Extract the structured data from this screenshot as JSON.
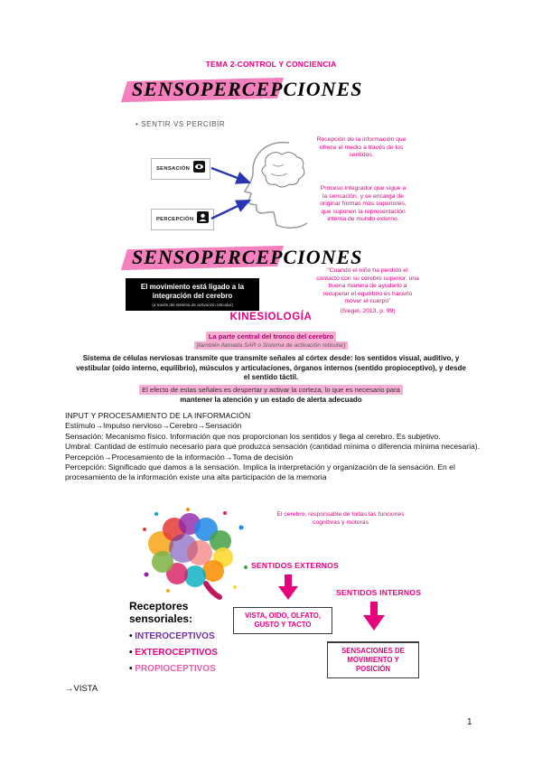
{
  "page": {
    "header": "TEMA 2-CONTROL Y CONCIENCIA",
    "page_number": "1",
    "colors": {
      "magenta": "#e6007e",
      "highlight_pink": "#f480bd",
      "text_highlight": "#f6b0d4",
      "arrow_blue": "#2a36b1",
      "receptor_colors": [
        "#7030a0",
        "#e6007e",
        "#e560a8"
      ]
    },
    "icons": {
      "sensacion_icon": "eye-icon",
      "percepcion_icon": "person-icon",
      "head_sketch": "head-profile-sketch",
      "brain_illustration": "colorful-brain-splatter",
      "down_arrows": "pink-block-arrow"
    }
  },
  "titles": {
    "first": "SENSOPERCEPCIONES",
    "second": "SENSOPERCEPCIONES",
    "subtitle": "• SENTIR VS PERCIBIR"
  },
  "diagram": {
    "sensacion_label": "SENSACIÓN",
    "percepcion_label": "PERCEPCIÓN",
    "recepcion_note": "Recepción de la información que ofrece el medio a través de los sentidos.",
    "proceso_note": "Proceso integrador que sigue a la sensación, y se encarga de originar formas más superiores, que suponen la representación interna de mundo externo."
  },
  "movement_box": {
    "text": "El movimiento está ligado a la integración del cerebro",
    "subtext": "(a través del sistema de activación reticular)"
  },
  "quote": {
    "text": "“Cuando el niño ha perdido el contacto con su cerebro superior, una buena manera de ayudarlo a recuperar el equilibrio es hacerlo mover el cuerpo”",
    "source": "(Siegel, 2013, p. 99)"
  },
  "kinesiologia": {
    "title": "KINESIOLOGÍA",
    "highlight_line1": "La parte central del tronco del cerebro",
    "highlight_line2": "(también llamada SAR o Sistema de activación reticular)",
    "body": "Sistema de células nerviosas transmite que transmite señales al córtex desde: los sentidos visual, auditivo, y vestibular (oído interno, equilibrio), músculos y articulaciones, órganos internos (sentido propioceptivo), y desde el sentido táctil.",
    "effect_highlight": "El efecto de estas señales es despertar y activar la corteza, lo que es necesario para",
    "effect_bold": "mantener la atención y un estado de alerta adecuado"
  },
  "input_section": {
    "title": "INPUT Y PROCESAMIENTO DE LA INFORMACIÓN",
    "lines": [
      "Estímulo→Impulso nervioso→Cerebro→Sensación",
      "Sensación: Mecanismo físico. Información que nos proporcionan los sentidos y llega al cerebro. Es subjetivo.",
      "Umbral: Cantidad de estímulo necesario para que produzca sensación (cantidad mínima o diferencia mínima necesaria).",
      "Percepción→Procesamiento de la información→Toma de decisión",
      "Percepción: Significado que damos a la sensación. Implica la interpretación y organización de la sensación. En el procesamiento de la información existe una alta participación de la memoria"
    ]
  },
  "senses_diagram": {
    "brain_note": "El cerebro, responsable de todas las funciones cognitivas y motoras",
    "external_label": "SENTIDOS EXTERNOS",
    "internal_label": "SENTIDOS INTERNOS",
    "receptors_title": "Receptores sensoriales:",
    "receptors": [
      "INTEROCEPTIVOS",
      "EXTEROCEPTIVOS",
      "PROPIOCEPTIVOS"
    ],
    "external_box": "VISTA, OIDO, OLFATO, GUSTO Y TACTO",
    "internal_box": "SENSACIONES DE MOVIMIENTO Y POSICIÓN"
  },
  "footer": {
    "vista": "→VISTA"
  }
}
